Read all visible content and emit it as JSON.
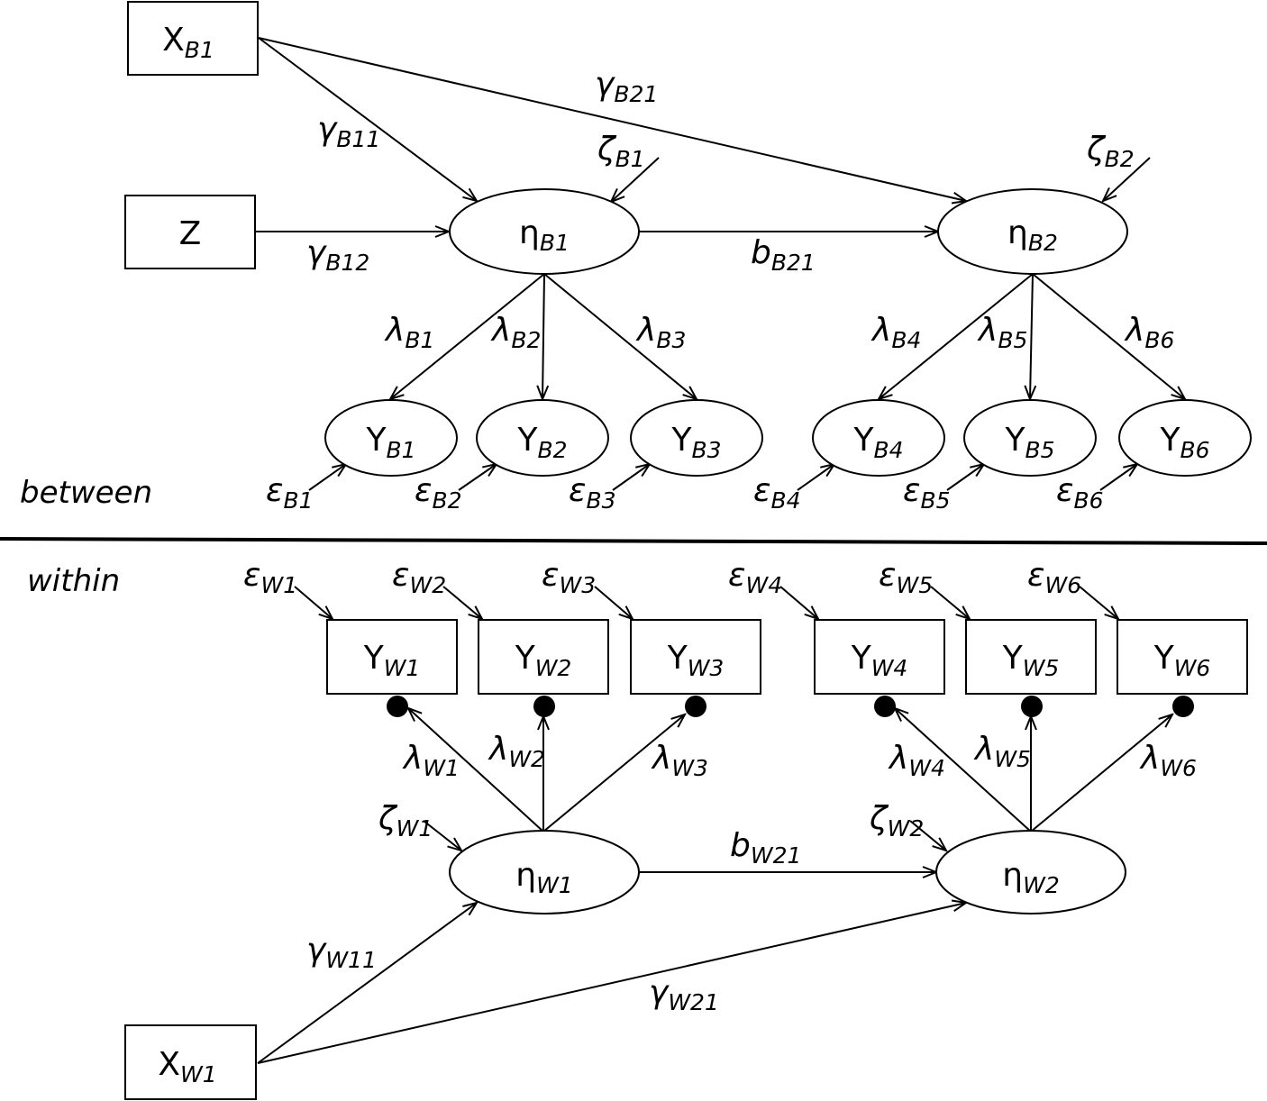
{
  "sections": {
    "between": "between",
    "within": "within"
  },
  "nodes": {
    "XB1": {
      "main": "X",
      "sub": "B1"
    },
    "Z": {
      "main": "Z",
      "sub": ""
    },
    "etaB1": {
      "main": "η",
      "sub": "B1"
    },
    "etaB2": {
      "main": "η",
      "sub": "B2"
    },
    "YB1": {
      "main": "Y",
      "sub": "B1"
    },
    "YB2": {
      "main": "Y",
      "sub": "B2"
    },
    "YB3": {
      "main": "Y",
      "sub": "B3"
    },
    "YB4": {
      "main": "Y",
      "sub": "B4"
    },
    "YB5": {
      "main": "Y",
      "sub": "B5"
    },
    "YB6": {
      "main": "Y",
      "sub": "B6"
    },
    "YW1": {
      "main": "Y",
      "sub": "W1"
    },
    "YW2": {
      "main": "Y",
      "sub": "W2"
    },
    "YW3": {
      "main": "Y",
      "sub": "W3"
    },
    "YW4": {
      "main": "Y",
      "sub": "W4"
    },
    "YW5": {
      "main": "Y",
      "sub": "W5"
    },
    "YW6": {
      "main": "Y",
      "sub": "W6"
    },
    "etaW1": {
      "main": "η",
      "sub": "W1"
    },
    "etaW2": {
      "main": "η",
      "sub": "W2"
    },
    "XW1": {
      "main": "X",
      "sub": "W1"
    }
  },
  "params": {
    "gB11": {
      "sym": "γ",
      "sub": "B11"
    },
    "gB21": {
      "sym": "γ",
      "sub": "B21"
    },
    "gB12": {
      "sym": "γ",
      "sub": "B12"
    },
    "zB1": {
      "sym": "ζ",
      "sub": "B1"
    },
    "zB2": {
      "sym": "ζ",
      "sub": "B2"
    },
    "bB21": {
      "sym": "b",
      "sub": "B21"
    },
    "lB1": {
      "sym": "λ",
      "sub": "B1"
    },
    "lB2": {
      "sym": "λ",
      "sub": "B2"
    },
    "lB3": {
      "sym": "λ",
      "sub": "B3"
    },
    "lB4": {
      "sym": "λ",
      "sub": "B4"
    },
    "lB5": {
      "sym": "λ",
      "sub": "B5"
    },
    "lB6": {
      "sym": "λ",
      "sub": "B6"
    },
    "eB1": {
      "sym": "ε",
      "sub": "B1"
    },
    "eB2": {
      "sym": "ε",
      "sub": "B2"
    },
    "eB3": {
      "sym": "ε",
      "sub": "B3"
    },
    "eB4": {
      "sym": "ε",
      "sub": "B4"
    },
    "eB5": {
      "sym": "ε",
      "sub": "B5"
    },
    "eB6": {
      "sym": "ε",
      "sub": "B6"
    },
    "eW1": {
      "sym": "ε",
      "sub": "W1"
    },
    "eW2": {
      "sym": "ε",
      "sub": "W2"
    },
    "eW3": {
      "sym": "ε",
      "sub": "W3"
    },
    "eW4": {
      "sym": "ε",
      "sub": "W4"
    },
    "eW5": {
      "sym": "ε",
      "sub": "W5"
    },
    "eW6": {
      "sym": "ε",
      "sub": "W6"
    },
    "lW1": {
      "sym": "λ",
      "sub": "W1"
    },
    "lW2": {
      "sym": "λ",
      "sub": "W2"
    },
    "lW3": {
      "sym": "λ",
      "sub": "W3"
    },
    "lW4": {
      "sym": "λ",
      "sub": "W4"
    },
    "lW5": {
      "sym": "λ",
      "sub": "W5"
    },
    "lW6": {
      "sym": "λ",
      "sub": "W6"
    },
    "zW1": {
      "sym": "ζ",
      "sub": "W1"
    },
    "zW2": {
      "sym": "ζ",
      "sub": "W2"
    },
    "bW21": {
      "sym": "b",
      "sub": "W21"
    },
    "gW11": {
      "sym": "γ",
      "sub": "W11"
    },
    "gW21": {
      "sym": "γ",
      "sub": "W21"
    }
  }
}
